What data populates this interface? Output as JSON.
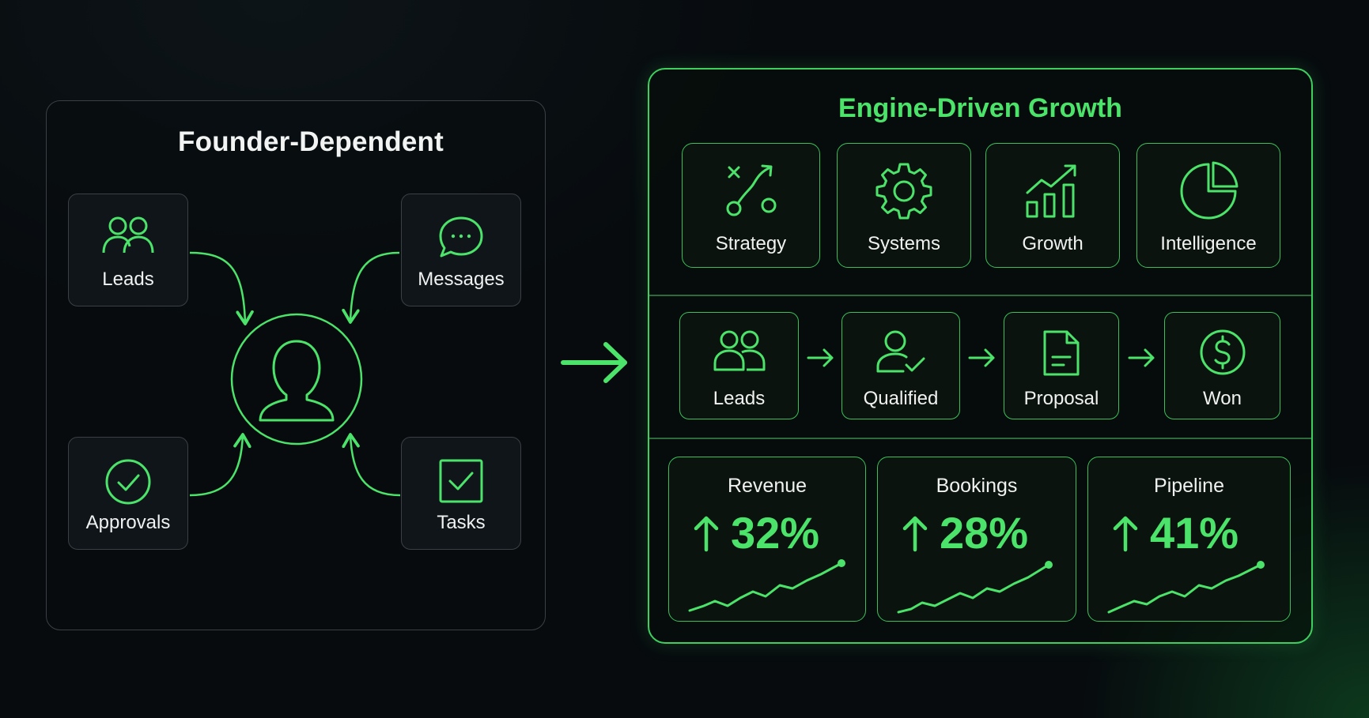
{
  "left": {
    "title": "Founder-Dependent",
    "cards": [
      {
        "id": "leads",
        "label": "Leads",
        "icon": "users-icon"
      },
      {
        "id": "messages",
        "label": "Messages",
        "icon": "chat-bubble-icon"
      },
      {
        "id": "approvals",
        "label": "Approvals",
        "icon": "check-circle-icon"
      },
      {
        "id": "tasks",
        "label": "Tasks",
        "icon": "checkbox-icon"
      }
    ],
    "center_icon": "person-icon"
  },
  "right": {
    "title": "Engine-Driven Growth",
    "pillars": [
      {
        "label": "Strategy",
        "icon": "strategy-play-icon"
      },
      {
        "label": "Systems",
        "icon": "gear-icon"
      },
      {
        "label": "Growth",
        "icon": "growth-chart-icon"
      },
      {
        "label": "Intelligence",
        "icon": "pie-chart-icon"
      }
    ],
    "pipeline": [
      {
        "label": "Leads",
        "icon": "users-icon"
      },
      {
        "label": "Qualified",
        "icon": "user-check-icon"
      },
      {
        "label": "Proposal",
        "icon": "document-icon"
      },
      {
        "label": "Won",
        "icon": "dollar-coin-icon"
      }
    ],
    "metrics": [
      {
        "label": "Revenue",
        "value": "32%",
        "trend": "up"
      },
      {
        "label": "Bookings",
        "value": "28%",
        "trend": "up"
      },
      {
        "label": "Pipeline",
        "value": "41%",
        "trend": "up"
      }
    ]
  },
  "colors": {
    "accent": "#4ce36b",
    "panel_border_left": "#3a4045",
    "panel_border_right": "#3fcf5f",
    "background": "#070b0e"
  }
}
